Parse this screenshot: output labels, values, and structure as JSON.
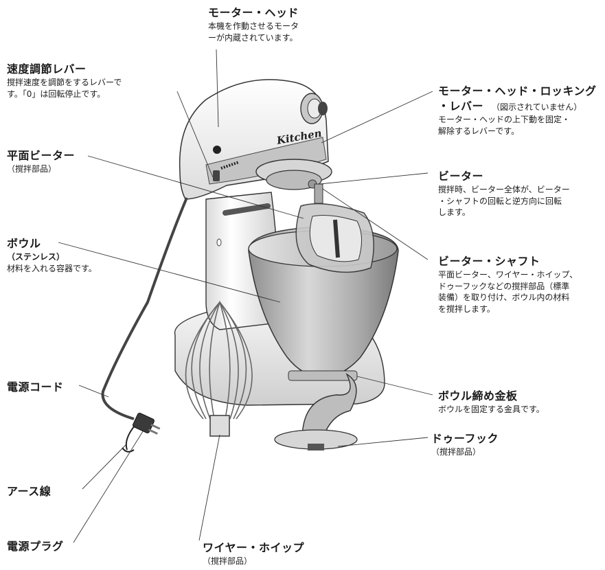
{
  "labels": {
    "motor_head": {
      "title": "モーター・ヘッド",
      "desc": [
        "本機を作動させるモータ",
        "ーが内蔵されています。"
      ]
    },
    "speed_lever": {
      "title": "速度調節レバー",
      "desc": [
        "撹拌速度を調節をするレバーで",
        "す。「0」は回転停止です。"
      ]
    },
    "lock_lever": {
      "title_line1": "モーター・ヘッド・ロッキング",
      "title_line2": "・レバー",
      "note": "（図示されていません）",
      "desc": [
        "モーター・ヘッドの上下動を固定・",
        "解除するレバーです。"
      ]
    },
    "flat_beater": {
      "title": "平面ビーター",
      "desc": "（撹拌部品）"
    },
    "beater": {
      "title": "ビーター",
      "desc": [
        "撹拌時、ビーター全体が、ビーター",
        "・シャフトの回転と逆方向に回転",
        "します。"
      ]
    },
    "bowl": {
      "title": "ボウル",
      "subtitle": "（ステンレス）",
      "desc": "材料を入れる容器です。"
    },
    "beater_shaft": {
      "title": "ビーター・シャフト",
      "desc": [
        "平面ビーター、ワイヤー・ホイップ、",
        "ドゥーフックなどの撹拌部品（標準",
        "装備）を取り付け、ボウル内の材料",
        "を撹拌します。"
      ]
    },
    "power_cord": {
      "title": "電源コード"
    },
    "bowl_clamp": {
      "title": "ボウル締め金板",
      "desc": "ボウルを固定する金具です。"
    },
    "dough_hook": {
      "title": "ドゥーフック",
      "desc": "（撹拌部品）"
    },
    "ground_wire": {
      "title": "アース線"
    },
    "power_plug": {
      "title": "電源プラグ"
    },
    "wire_whip": {
      "title": "ワイヤー・ホイップ",
      "desc": "（撹拌部品）"
    }
  },
  "illustration": {
    "brand_text": "Kitchen"
  },
  "colors": {
    "ink": "#1a1a1a",
    "body": "#f2f2f2",
    "metal": "#b8b8b8",
    "line": "#333333"
  }
}
